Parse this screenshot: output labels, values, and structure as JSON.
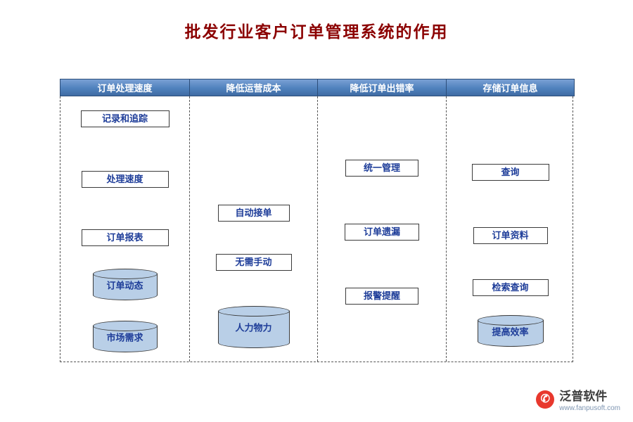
{
  "title": "批发行业客户订单管理系统的作用",
  "columns": [
    {
      "header": "订单处理速度",
      "items": [
        {
          "label": "记录和追踪",
          "shape": "box"
        },
        {
          "label": "处理速度",
          "shape": "box"
        },
        {
          "label": "订单报表",
          "shape": "box"
        },
        {
          "label": "订单动态",
          "shape": "cylinder"
        },
        {
          "label": "市场需求",
          "shape": "cylinder"
        }
      ]
    },
    {
      "header": "降低运营成本",
      "items": [
        {
          "label": "自动接单",
          "shape": "box"
        },
        {
          "label": "无需手动",
          "shape": "box"
        },
        {
          "label": "人力物力",
          "shape": "cylinder"
        }
      ]
    },
    {
      "header": "降低订单出错率",
      "items": [
        {
          "label": "统一管理",
          "shape": "box"
        },
        {
          "label": "订单遗漏",
          "shape": "box"
        },
        {
          "label": "报警提醒",
          "shape": "box"
        }
      ]
    },
    {
      "header": "存储订单信息",
      "items": [
        {
          "label": "查询",
          "shape": "box"
        },
        {
          "label": "订单资料",
          "shape": "box"
        },
        {
          "label": "检索查询",
          "shape": "box"
        },
        {
          "label": "提高效率",
          "shape": "cylinder"
        }
      ]
    }
  ],
  "footer": {
    "brand": "泛普软件",
    "url": "www.fanpusoft.com"
  },
  "colors": {
    "title": "#8b0000",
    "header_bg": "#4f81bd",
    "header_text": "#ffffff",
    "node_text": "#1e3d99",
    "node_border": "#3a3a3a",
    "cylinder_fill": "#b9cfe7",
    "logo_red": "#e8382d"
  }
}
